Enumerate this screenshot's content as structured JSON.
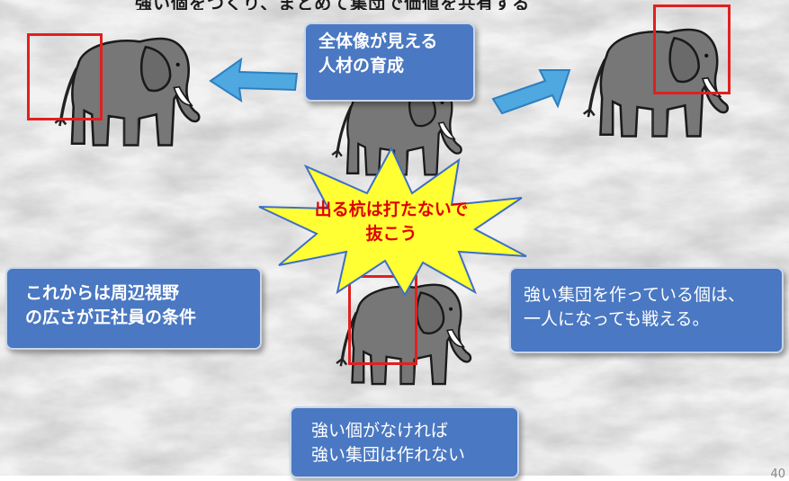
{
  "slide": {
    "title": "強い個をつくり、まとめて集団で価値を共有する",
    "page_number": "40"
  },
  "top_box": {
    "lines": [
      "全体像が見える",
      "人材の育成"
    ]
  },
  "burst": {
    "lines": [
      "出る杭は打たないで",
      "抜こう"
    ]
  },
  "left_box": {
    "lines": [
      "これからは周辺視野",
      "の広さが正社員の条件"
    ]
  },
  "right_box": {
    "lines": [
      "強い集団を作っている個は、",
      "一人になっても戦える。"
    ]
  },
  "bottom_box": {
    "lines": [
      "強い個がなければ",
      "強い集団は作れない"
    ]
  },
  "colors": {
    "box_blue": "#4a78c2",
    "arrow_blue": "#4fa8e0",
    "burst_yellow": "#ffff33",
    "frame_red": "#e02020",
    "burst_text": "#e00000"
  }
}
